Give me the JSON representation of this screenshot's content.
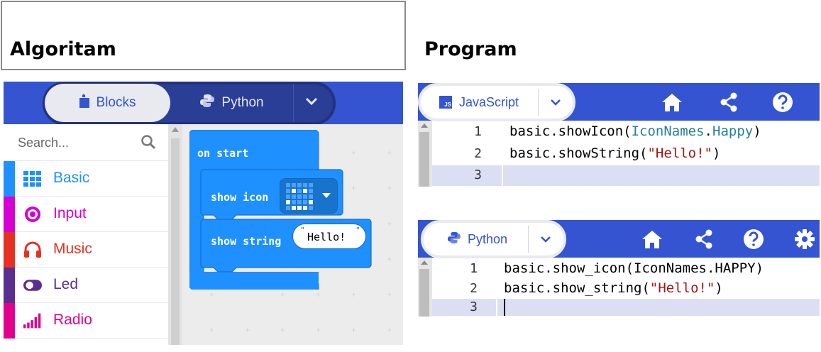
{
  "headings": {
    "algorithm": "Algoritam",
    "program": "Program"
  },
  "blocks_editor": {
    "tabs": {
      "blocks": "Blocks",
      "python": "Python"
    },
    "search": {
      "placeholder": "Search..."
    },
    "categories": [
      {
        "label": "Basic",
        "color": "#1e90ff",
        "icon": "grid-icon"
      },
      {
        "label": "Input",
        "color": "#d400d4",
        "icon": "target-icon"
      },
      {
        "label": "Music",
        "color": "#e63022",
        "icon": "headphones-icon"
      },
      {
        "label": "Led",
        "color": "#5c2d91",
        "icon": "toggle-icon"
      },
      {
        "label": "Radio",
        "color": "#e3008c",
        "icon": "signal-icon"
      }
    ],
    "workspace": {
      "on_start": "on start",
      "show_icon": "show icon",
      "show_string": "show string",
      "string_value": "Hello!"
    }
  },
  "javascript_editor": {
    "tab_label": "JavaScript",
    "tab_badge": "JS",
    "lines": [
      {
        "num": "1",
        "prefix": "basic.showIcon(",
        "cls": "IconNames",
        "dot": ".",
        "cls2": "Happy",
        "suffix": ")"
      },
      {
        "num": "2",
        "prefix": "basic.showString(",
        "str": "\"Hello!\"",
        "suffix": ")"
      },
      {
        "num": "3"
      }
    ]
  },
  "python_editor": {
    "tab_label": "Python",
    "lines": [
      {
        "num": "1",
        "text": "basic.show_icon(IconNames.HAPPY)"
      },
      {
        "num": "2",
        "prefix": "basic.show_string(",
        "str": "\"Hello!\"",
        "suffix": ")"
      },
      {
        "num": "3"
      }
    ]
  },
  "colors": {
    "brand_blue": "#3454d1",
    "block_blue": "#1e90ff",
    "active_line": "#dcdff3"
  }
}
